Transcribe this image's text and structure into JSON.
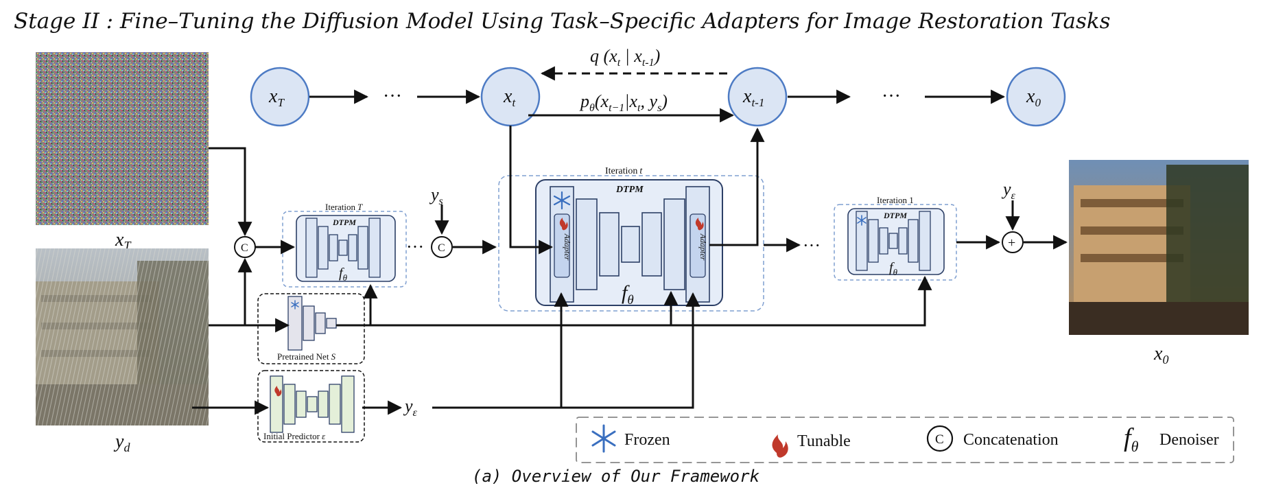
{
  "title": "Stage II : Fine–Tuning the Diffusion Model Using Task–Specific Adapters for  Image Restoration Tasks",
  "caption": "(a) Overview of Our Framework",
  "chain": {
    "xT": "x",
    "xT_sub": "T",
    "dots": "···",
    "xt": "x",
    "xt_sub": "t",
    "xt1": "x",
    "xt1_sub": "t-1",
    "x0": "x",
    "x0_sub": "0",
    "q_label": "q (x",
    "q_sub1": "t",
    "q_mid": " | x",
    "q_sub2": "t-1",
    "q_end": ")",
    "p_label": "p",
    "p_sub": "θ",
    "p_mid": "(x",
    "p_sub2": "t−1",
    "p_mid2": "|x",
    "p_sub3": "t",
    "p_mid3": ", y",
    "p_sub4": "s",
    "p_end": ")"
  },
  "inputs": {
    "xT_label": "x",
    "xT_sub": "T",
    "yd_label": "y",
    "yd_sub": "d",
    "output_label": "x",
    "output_sub": "0"
  },
  "blocks": {
    "iteration_T": "Iteration",
    "iteration_T_var": "T",
    "iteration_t": "Iteration",
    "iteration_t_var": "t",
    "iteration_1": "Iteration 1",
    "dtpm": "DTPM",
    "f": "f",
    "f_sub": "θ",
    "adapter": "Adapter",
    "pretrained": "Pretrained Net",
    "pretrained_var": "S",
    "predictor": "Initial Predictor",
    "predictor_var": "ε",
    "ys": "y",
    "ys_sub": "s",
    "ye": "y",
    "ye_sub": "ε",
    "concat_glyph": "C",
    "plus_glyph": "+"
  },
  "legend": {
    "frozen": "Frozen",
    "tunable": "Tunable",
    "concat": "Concatenation",
    "concat_glyph": "C",
    "denoiser_f": "f",
    "denoiser_sub": "θ",
    "denoiser": "Denoiser"
  },
  "colors": {
    "node_fill": "#dbe5f4",
    "node_stroke": "#4d7bc4",
    "block_fill": "#e6edf8",
    "block_dashed": "#7f9fd0",
    "predictor_fill": "#e4efd9",
    "pretrained_fill": "#e4e4ec",
    "flame": "#c0392b",
    "snow": "#3a6fbf",
    "arrow": "#111111"
  }
}
